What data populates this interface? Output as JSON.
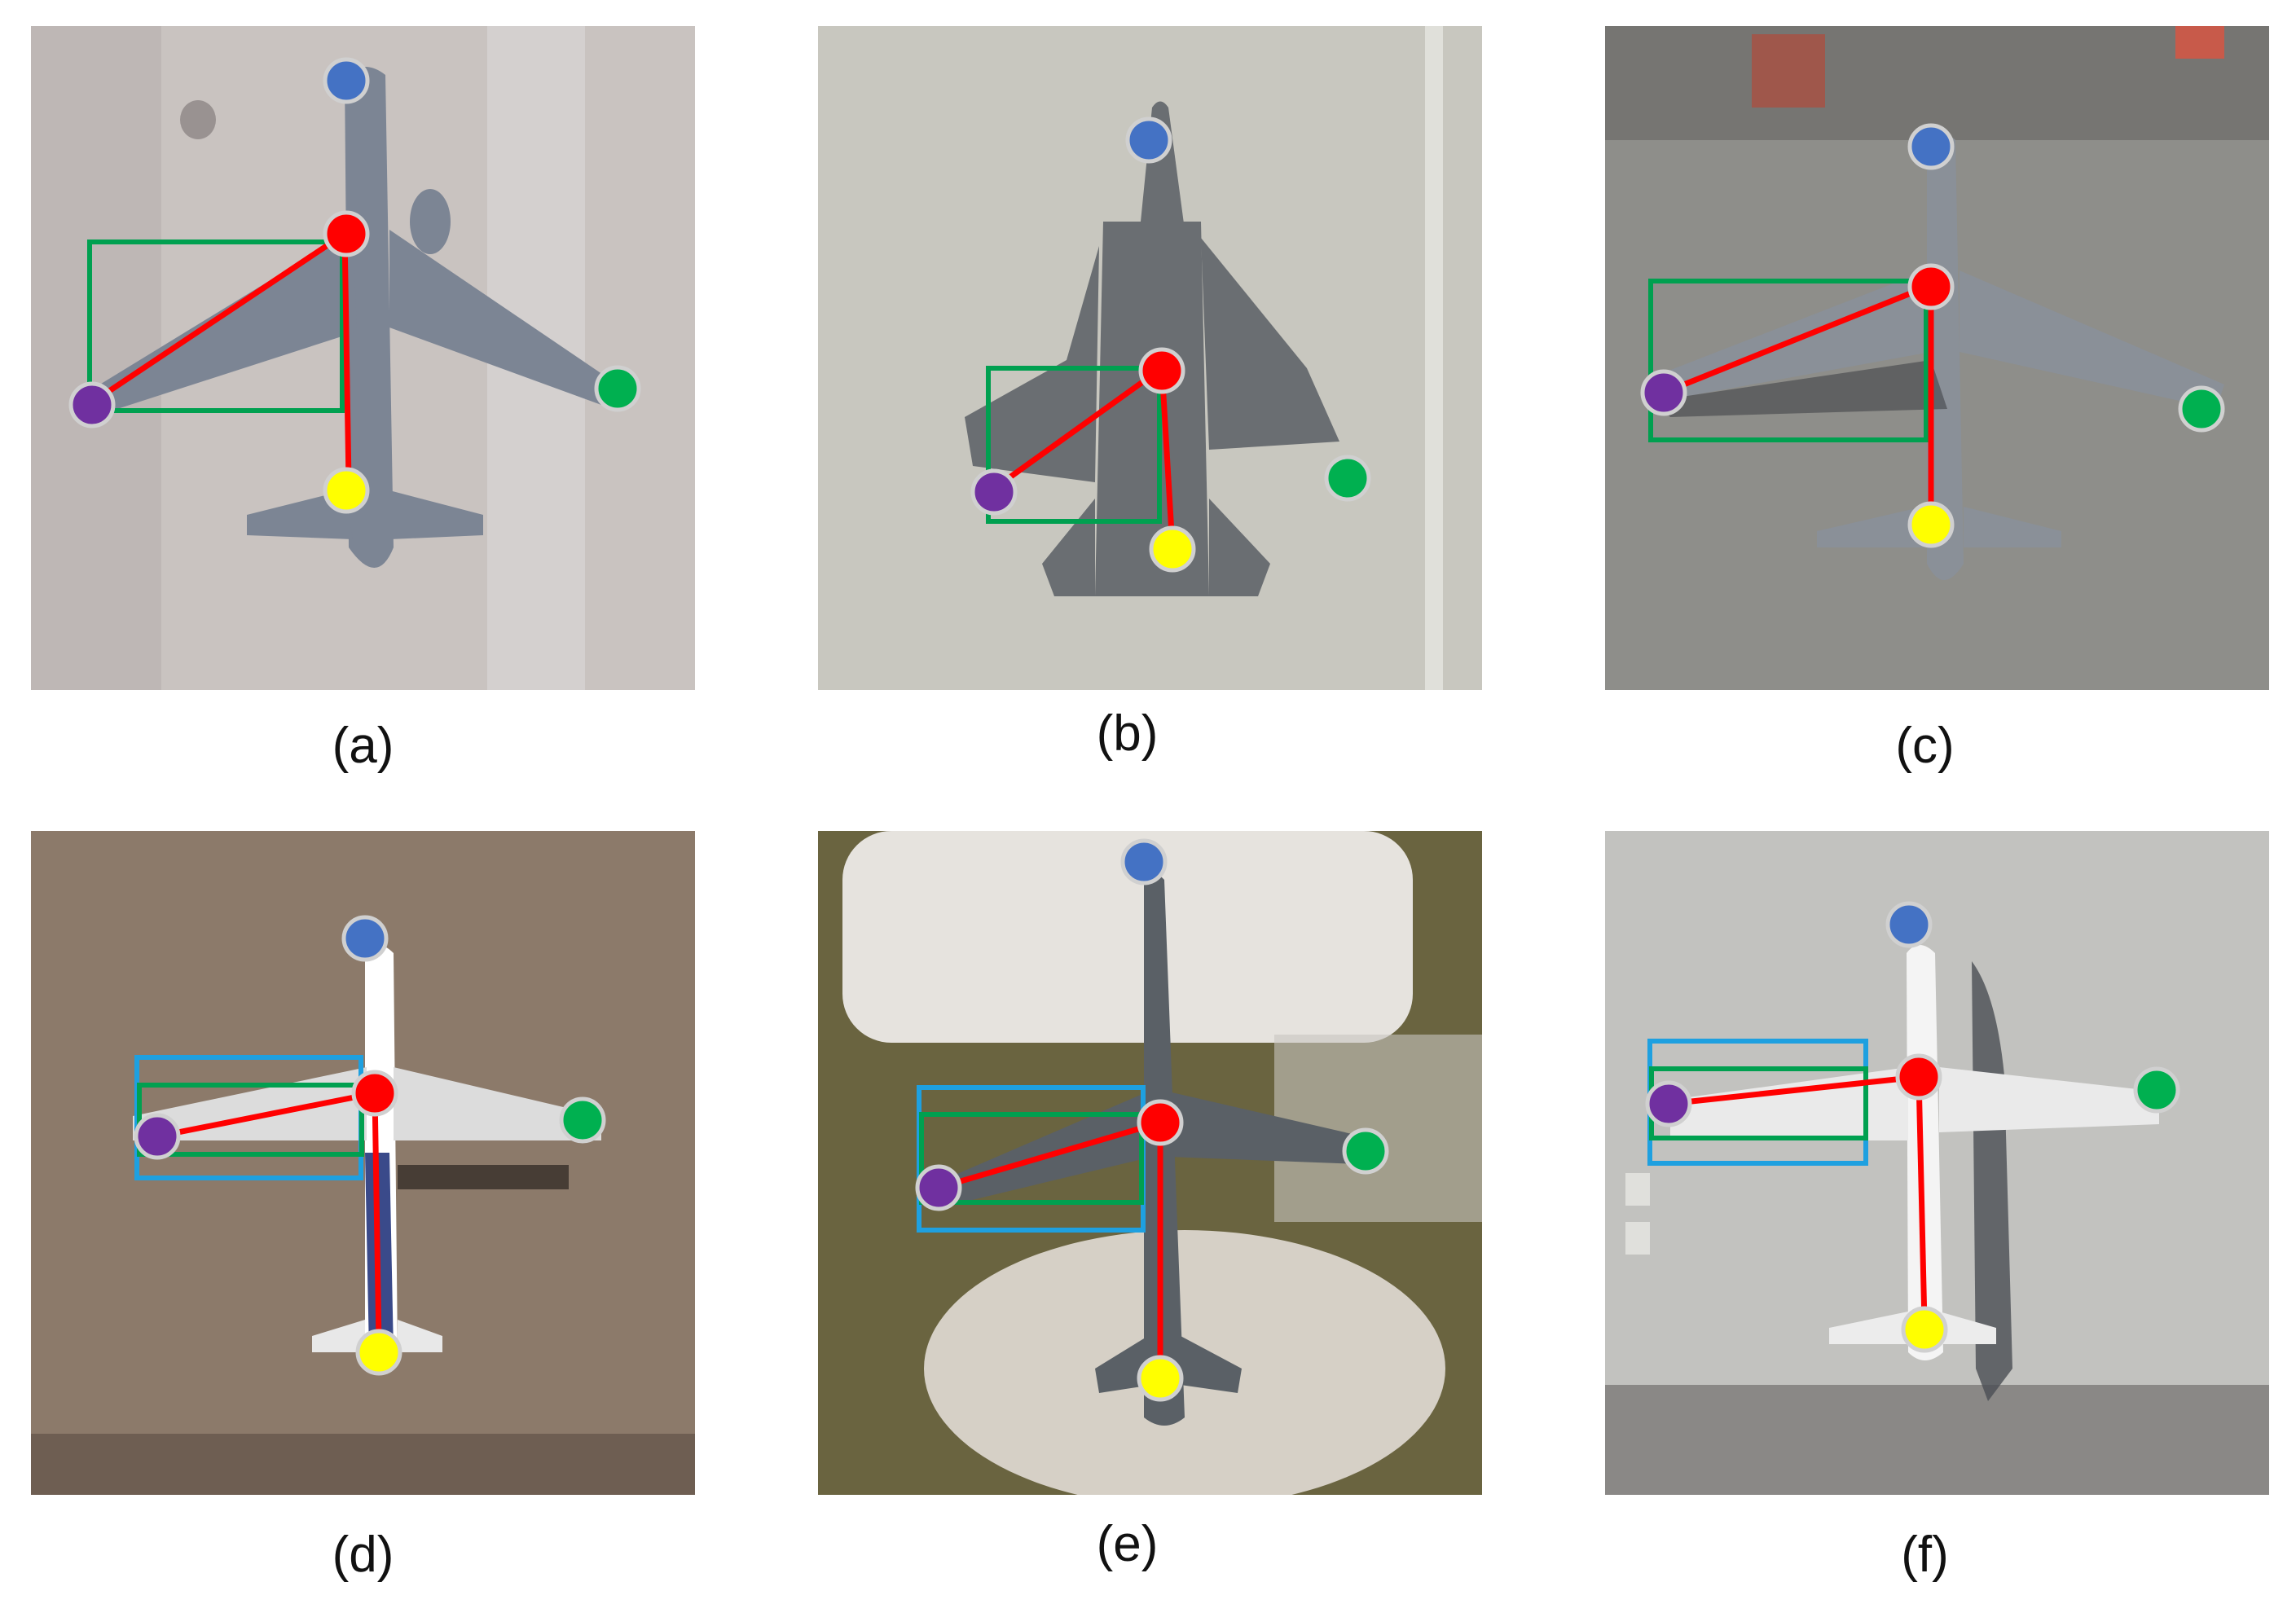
{
  "panels": [
    {
      "id": "a",
      "caption": "(a)"
    },
    {
      "id": "b",
      "caption": "(b)"
    },
    {
      "id": "c",
      "caption": "(c)"
    },
    {
      "id": "d",
      "caption": "(d)"
    },
    {
      "id": "e",
      "caption": "(e)"
    },
    {
      "id": "f",
      "caption": "(f)"
    }
  ],
  "colors": {
    "nose_point": "#4472c4",
    "center_point": "#ff0000",
    "tail_point": "#ffff00",
    "left_wing_point": "#7030a0",
    "right_wing_point": "#00b050",
    "orientation_line": "#ff0000",
    "green_box": "#00a050",
    "blue_box": "#1ea0e0",
    "point_outline": "#d0d0d0"
  },
  "icons": [
    "aircraft-silhouette",
    "keypoint-dot"
  ]
}
